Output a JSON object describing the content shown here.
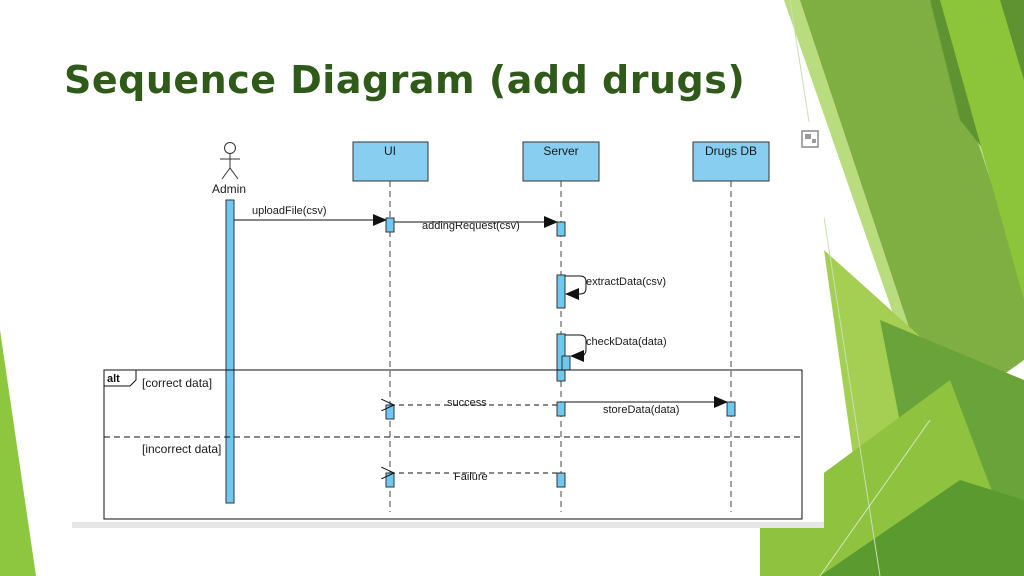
{
  "slide": {
    "title": "Sequence Diagram (add drugs)"
  },
  "colors": {
    "title": "#2f5a1a",
    "lifeline_box": "#87cef0",
    "activation": "#6fc8f0",
    "green_dark": "#4e8f2a",
    "green_light": "#a6d23e"
  },
  "diagram": {
    "actor": {
      "label": "Admin",
      "icon": "stick-figure-icon"
    },
    "lifelines": [
      "UI",
      "Server",
      "Drugs DB"
    ],
    "messages": {
      "upload": "uploadFile(csv)",
      "adding": "addingRequest(csv)",
      "extract": "extractData(csv)",
      "check": "checkData(data)",
      "success": "success",
      "store": "storeData(data)",
      "failure": "Failure"
    },
    "fragment": {
      "operator": "alt",
      "guard1": "[correct data]",
      "guard2": "[incorrect data]"
    },
    "corner_icon": "note-icon"
  }
}
